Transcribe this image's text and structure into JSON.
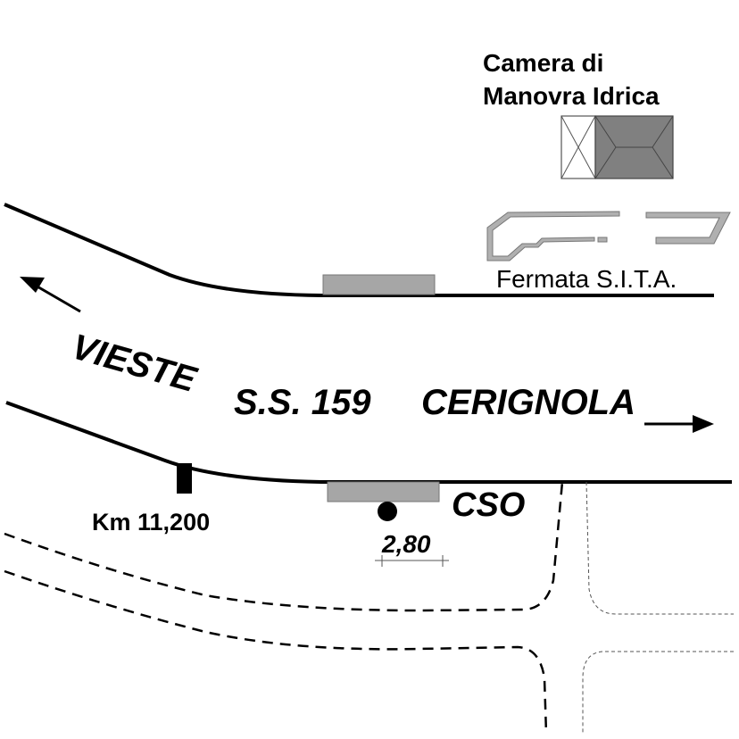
{
  "map": {
    "labels": {
      "camera_line1": "Camera di",
      "camera_line2": "Manovra Idrica",
      "fermata": "Fermata S.I.T.A.",
      "vieste": "VIESTE",
      "road": "S.S. 159",
      "cerignola": "CERIGNOLA",
      "km": "Km 11,200",
      "cso": "CSO",
      "dimension": "2,80"
    },
    "colors": {
      "road_line": "#000000",
      "stop_fill": "#a6a6a6",
      "building_fill": "#808080",
      "shelter_fill": "#b0b0b0"
    },
    "icons": {
      "left_arrow": "arrow-up-left-icon",
      "right_arrow": "arrow-right-icon",
      "marker": "filled-circle-icon"
    }
  }
}
